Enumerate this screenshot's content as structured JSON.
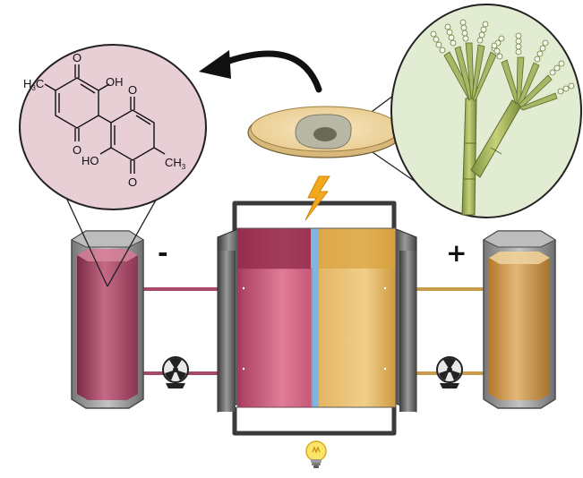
{
  "electrodes": {
    "negative_sign": "-",
    "positive_sign": "+"
  },
  "molecule": {
    "o_top_left": "O",
    "oh_top": "OH",
    "o_mid_right": "O",
    "o_bottom_left": "O",
    "ho_bottom": "HO",
    "o_bottom": "O",
    "ch3_left_main": "H",
    "ch3_left_sub": "3",
    "ch3_left_c": "C",
    "ch3_right_c": "CH",
    "ch3_right_sub": "3"
  },
  "colors": {
    "anolyte": "#b8506e",
    "catholyte": "#d9a54a",
    "membrane": "#7fb6dd",
    "molecule_bubble": "#e8cfd6",
    "fungus_bubble": "#e2ecd2",
    "fungus": "#9fb15c",
    "lightning": "#f2a81d"
  },
  "icons": [
    "lightning-bolt-icon",
    "light-bulb-icon",
    "pump-icon",
    "petri-dish-icon",
    "fungus-icon",
    "curved-arrow-icon"
  ]
}
